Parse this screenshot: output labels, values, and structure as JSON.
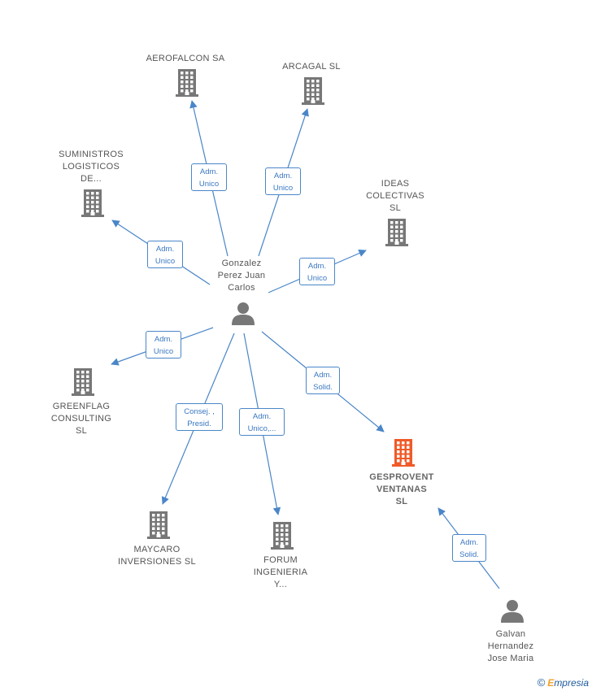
{
  "colors": {
    "edge": "#4a86c8",
    "building": "#777777",
    "highlight": "#f05a28",
    "person": "#777777"
  },
  "companies": [
    {
      "id": "aerofalcon",
      "label": "AEROFALCON SA",
      "icon": "building-icon",
      "highlight": false
    },
    {
      "id": "arcagal",
      "label": "ARCAGAL SL",
      "icon": "building-icon",
      "highlight": false
    },
    {
      "id": "suministros",
      "label": "SUMINISTROS\nLOGISTICOS\nDE...",
      "icon": "building-icon",
      "highlight": false
    },
    {
      "id": "ideas",
      "label": "IDEAS\nCOLECTIVAS\nSL",
      "icon": "building-icon",
      "highlight": false
    },
    {
      "id": "greenflag",
      "label": "GREENFLAG\nCONSULTING\nSL",
      "icon": "building-icon",
      "highlight": false
    },
    {
      "id": "gesprovent",
      "label": "GESPROVENT\nVENTANAS\nSL",
      "icon": "building-icon",
      "highlight": true
    },
    {
      "id": "maycaro",
      "label": "MAYCARO\nINVERSIONES SL",
      "icon": "building-icon",
      "highlight": false
    },
    {
      "id": "forum",
      "label": "FORUM\nINGENIERIA\nY...",
      "icon": "building-icon",
      "highlight": false
    }
  ],
  "people": [
    {
      "id": "gonzalez",
      "label": "Gonzalez\nPerez Juan\nCarlos",
      "icon": "person-icon"
    },
    {
      "id": "galvan",
      "label": "Galvan\nHernandez\nJose Maria",
      "icon": "person-icon"
    }
  ],
  "relations": [
    {
      "from": "gonzalez",
      "to": "aerofalcon",
      "role": "Adm.\nUnico"
    },
    {
      "from": "gonzalez",
      "to": "arcagal",
      "role": "Adm.\nUnico"
    },
    {
      "from": "gonzalez",
      "to": "suministros",
      "role": "Adm.\nUnico"
    },
    {
      "from": "gonzalez",
      "to": "ideas",
      "role": "Adm.\nUnico"
    },
    {
      "from": "gonzalez",
      "to": "greenflag",
      "role": "Adm.\nUnico"
    },
    {
      "from": "gonzalez",
      "to": "gesprovent",
      "role": "Adm.\nSolid."
    },
    {
      "from": "gonzalez",
      "to": "maycaro",
      "role": "Consej. ,\nPresid."
    },
    {
      "from": "gonzalez",
      "to": "forum",
      "role": "Adm.\nUnico,..."
    },
    {
      "from": "galvan",
      "to": "gesprovent",
      "role": "Adm.\nSolid."
    }
  ],
  "footer": {
    "copyright_symbol": "©",
    "brand_first": "E",
    "brand_rest": "mpresia"
  }
}
